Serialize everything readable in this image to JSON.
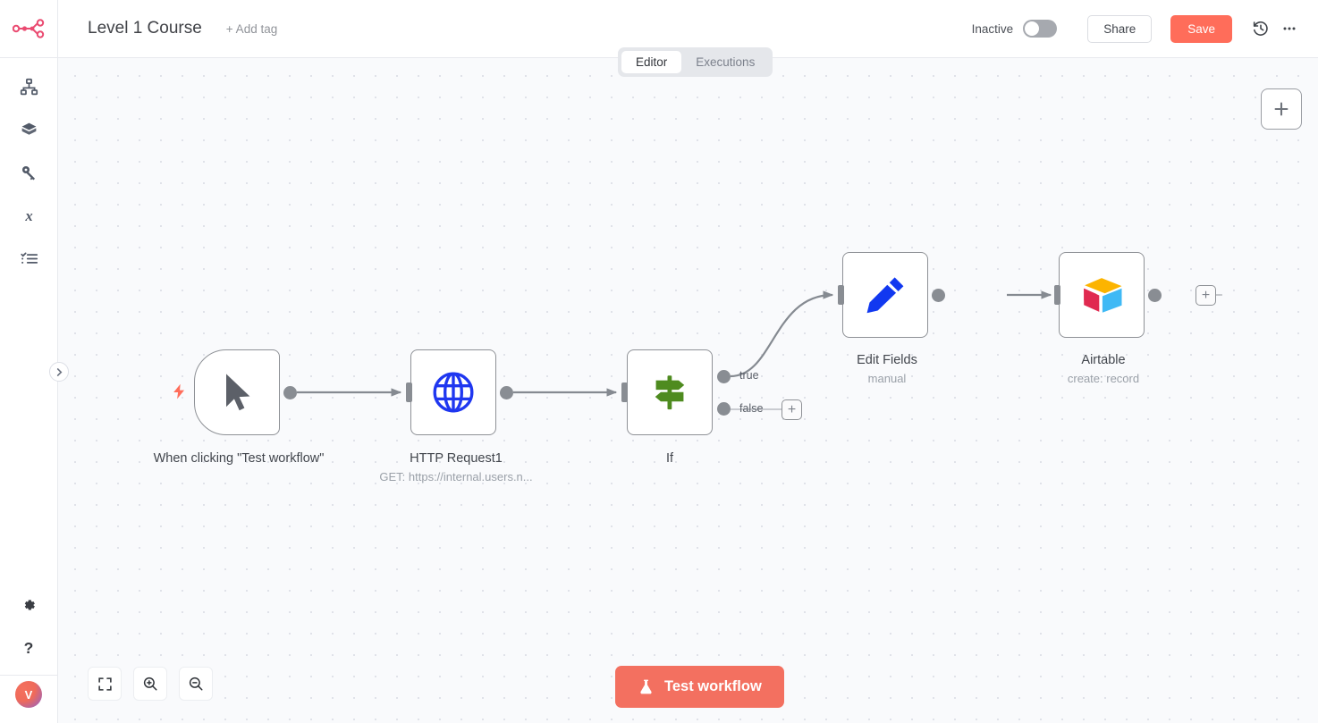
{
  "header": {
    "workflow_title": "Level 1 Course",
    "add_tag_label": "+ Add tag",
    "activation_status_label": "Inactive",
    "share_label": "Share",
    "save_label": "Save",
    "history_icon": "history-clock-icon",
    "more_icon": "ellipsis-icon",
    "logo_icon": "n8n-logo-icon"
  },
  "tabs": [
    {
      "label": "Editor",
      "active": true
    },
    {
      "label": "Executions",
      "active": false
    }
  ],
  "sidebar": {
    "items": [
      {
        "icon": "workflows-sitemap-icon",
        "name": "sidebar-item-workflows"
      },
      {
        "icon": "templates-box-icon",
        "name": "sidebar-item-templates"
      },
      {
        "icon": "credentials-key-icon",
        "name": "sidebar-item-credentials"
      },
      {
        "icon": "variables-x-icon",
        "name": "sidebar-item-variables"
      },
      {
        "icon": "executions-list-icon",
        "name": "sidebar-item-executions"
      }
    ],
    "bottom_items": [
      {
        "icon": "settings-gear-icon",
        "name": "sidebar-item-settings"
      },
      {
        "icon": "help-question-icon",
        "name": "sidebar-item-help"
      }
    ],
    "avatar_initial": "V",
    "expand_icon": "chevron-right-icon"
  },
  "canvas": {
    "add_node_icon": "plus-icon",
    "nodes": [
      {
        "id": "trigger",
        "name": "When clicking \"Test workflow\"",
        "subtitle": "",
        "icon": "mouse-cursor-icon",
        "badge_icon": "lightning-bolt-icon",
        "type": "trigger"
      },
      {
        "id": "http",
        "name": "HTTP Request1",
        "subtitle": "GET: https://internal.users.n...",
        "icon": "globe-icon",
        "type": "action"
      },
      {
        "id": "if",
        "name": "If",
        "subtitle": "",
        "icon": "signpost-icon",
        "type": "conditional",
        "outputs": [
          "true",
          "false"
        ]
      },
      {
        "id": "edit_fields",
        "name": "Edit Fields",
        "subtitle": "manual",
        "icon": "pencil-icon",
        "type": "action"
      },
      {
        "id": "airtable",
        "name": "Airtable",
        "subtitle": "create: record",
        "icon": "airtable-icon",
        "type": "action"
      }
    ],
    "connector_plus_label": "+"
  },
  "bottom_bar": {
    "fit_icon": "fit-to-view-icon",
    "zoom_in_icon": "zoom-in-icon",
    "zoom_out_icon": "zoom-out-icon",
    "test_workflow_label": "Test workflow",
    "test_workflow_icon": "flask-icon"
  },
  "colors": {
    "accent_coral": "#ff6d5a",
    "test_button": "#f37060",
    "canvas_bg": "#f9fafc",
    "node_border": "#8e9196",
    "globe_blue": "#1f37f0",
    "pencil_blue": "#1138f0",
    "signpost_green": "#4e8b1f",
    "airtable_yellow": "#fcb400",
    "airtable_red": "#e02a50",
    "airtable_blue": "#3fb9f5"
  }
}
